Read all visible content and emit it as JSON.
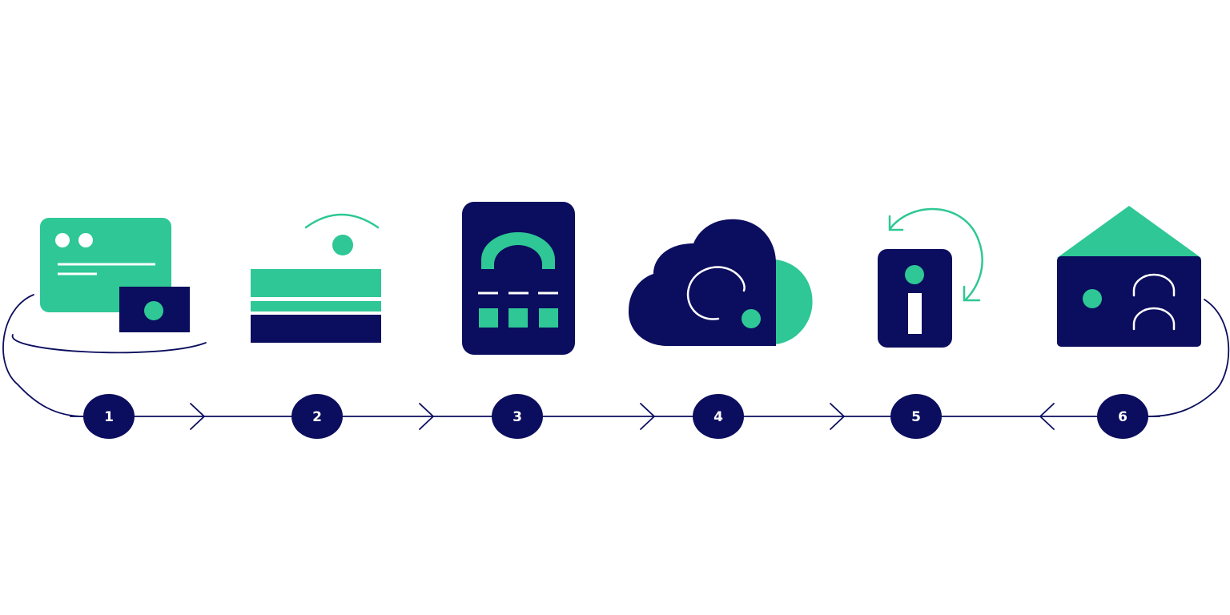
{
  "colors": {
    "navy": "#0b0d5e",
    "green": "#2ec795",
    "white": "#ffffff"
  },
  "steps": [
    {
      "number": "1",
      "icon": "payment-card-with-cash-icon"
    },
    {
      "number": "2",
      "icon": "bank-card-stack-icon"
    },
    {
      "number": "3",
      "icon": "pos-terminal-keypad-icon"
    },
    {
      "number": "4",
      "icon": "cloud-processing-icon"
    },
    {
      "number": "5",
      "icon": "info-refresh-icon"
    },
    {
      "number": "6",
      "icon": "envelope-confirmation-icon"
    }
  ]
}
